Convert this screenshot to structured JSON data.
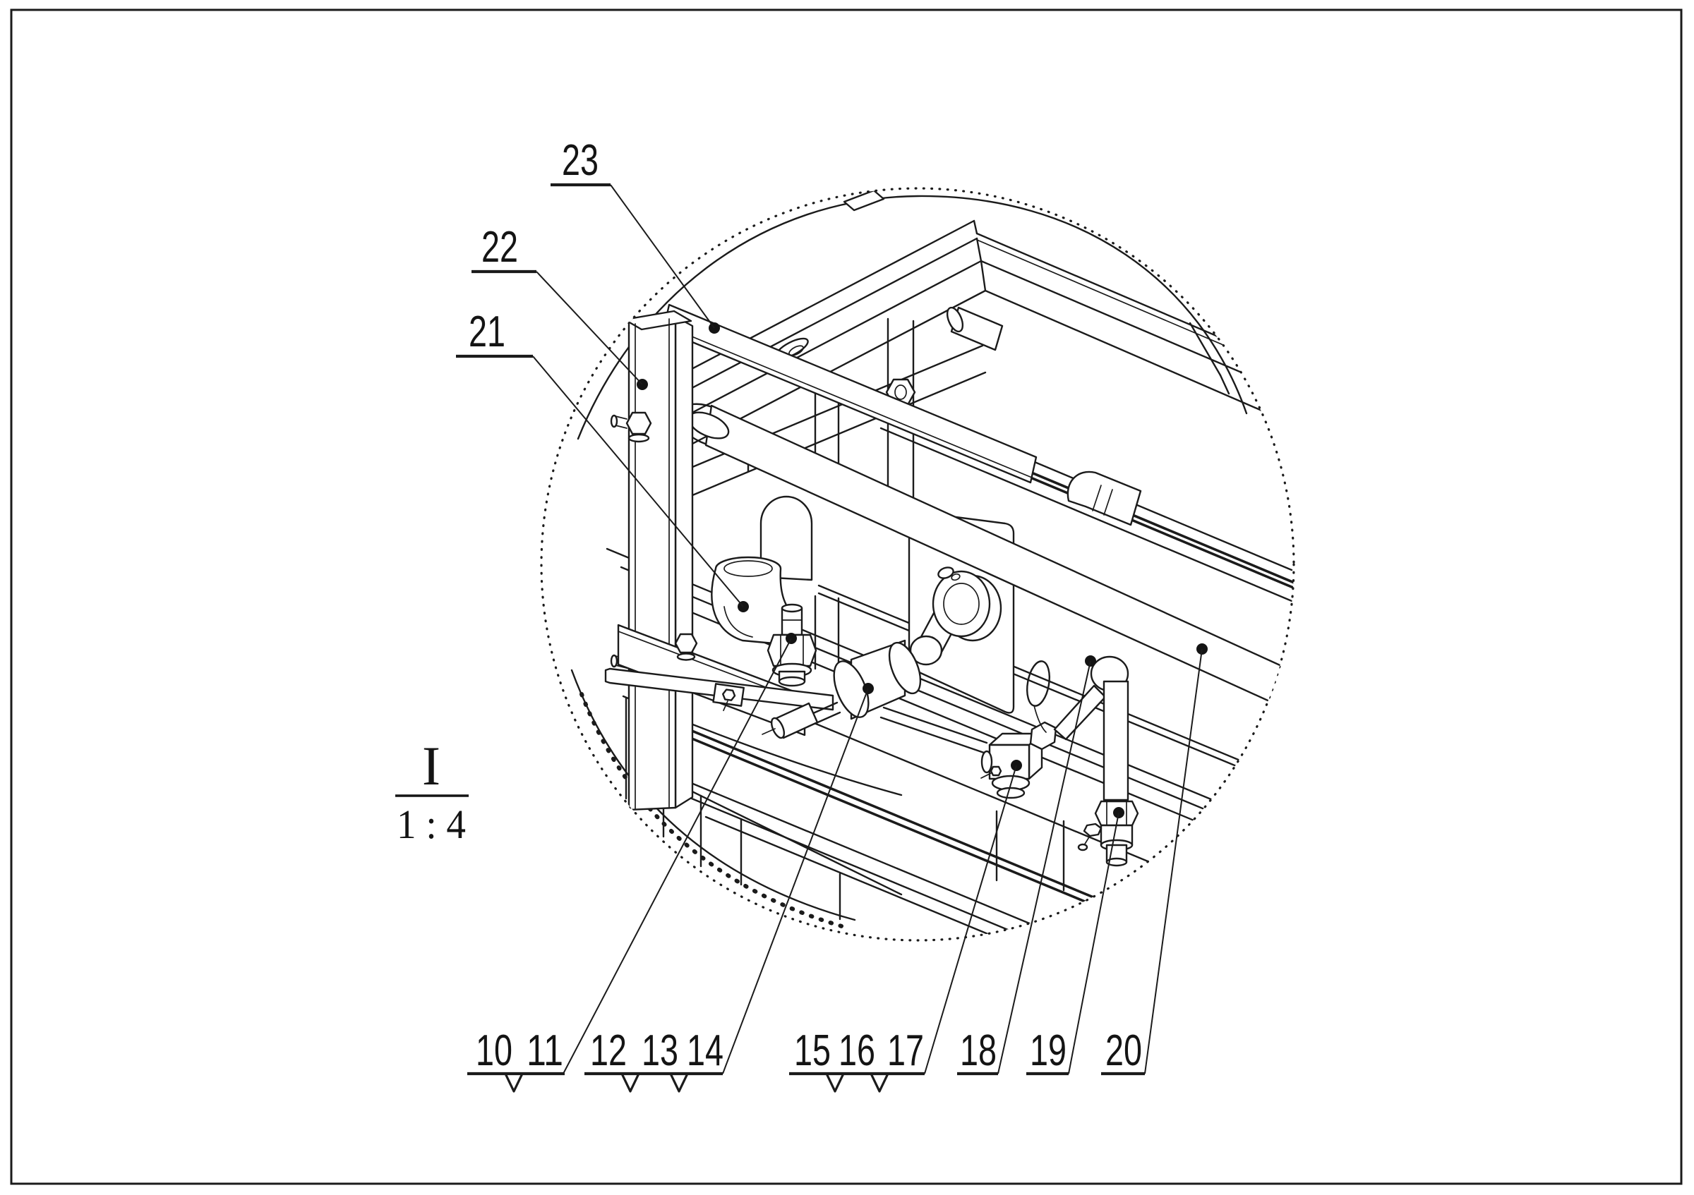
{
  "figure": {
    "type": "patent-detail-view",
    "view_label": "I",
    "view_scale": "1 : 4",
    "labels": {
      "10": "10",
      "11": "11",
      "12": "12",
      "13": "13",
      "14": "14",
      "15": "15",
      "16": "16",
      "17": "17",
      "18": "18",
      "19": "19",
      "20": "20",
      "21": "21",
      "22": "22",
      "23": "23"
    },
    "callout_groups": [
      {
        "group": "10 11"
      },
      {
        "group": "12 13 14"
      },
      {
        "group": "15 16 17"
      },
      {
        "group": "18"
      },
      {
        "group": "19"
      },
      {
        "group": "20"
      },
      {
        "group": "21"
      },
      {
        "group": "22"
      },
      {
        "group": "23"
      }
    ],
    "colors": {
      "ink": "#1b1b1b",
      "paper": "#ffffff"
    }
  }
}
